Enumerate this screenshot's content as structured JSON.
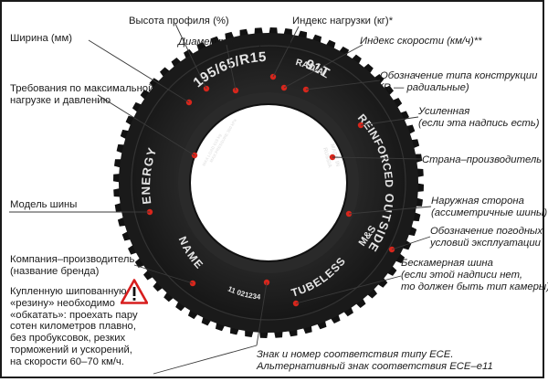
{
  "labels": {
    "width": "Ширина (мм)",
    "profile_height": "Высота профиля (%)",
    "rim_diameter": "Диаметр обода (дюйм)",
    "load_index": "Индекс нагрузки (кг)*",
    "speed_index": "Индекс скорости (км/ч)**",
    "max_load_line1": "Требования по максимальной",
    "max_load_line2": "нагрузке и давлению",
    "construction_line1": "Обозначение типа конструкции",
    "construction_line2": "(R — радиальные)",
    "reinforced_line1": "Усиленная",
    "reinforced_line2": "(если эта надпись есть)",
    "country": "Страна–производитель",
    "tire_model": "Модель шины",
    "outside_line1": "Наружная сторона",
    "outside_line2": "(ассиметричные шины)",
    "weather_line1": "Обозначение погодных",
    "weather_line2": "условий эксплуатации",
    "brand_line1": "Компания–производитель",
    "brand_line2": "(название бренда)",
    "tubeless_line1": "Бескамерная шина",
    "tubeless_line2": "(если этой надписи нет,",
    "tubeless_line3": "то должен быть тип камеры)",
    "ece_line1": "Знак и номер соответствия типу ECE.",
    "ece_line2": "Альтернативный знак соответствия ECE–e11"
  },
  "note": {
    "lines": [
      "Купленную шипованную",
      "«резину» необходимо",
      "«обкатать»: проехать пару",
      "сотен километров плавно,",
      "без пробуксовок, резких",
      "торможений и ускорений,",
      "на скорости 60–70 км/ч."
    ]
  },
  "tire_text": {
    "size": "195/65/R15",
    "load_speed": "91T",
    "radial": "RADIAL",
    "reinforced": "REINFORCED",
    "made_in_line1": "MADE IN",
    "made_in_line2": "RUSSIA",
    "outside": "OUTSIDE",
    "ms": "M&S",
    "tubeless": "TUBELESS",
    "model": "ENERGY",
    "name": "NAME",
    "code": "11 021234",
    "max_load_small": "MAX LOAD 615 kg",
    "max_press_small": "MAX PRESSURE 300 kPa"
  },
  "colors": {
    "tire": "#1c1c1c",
    "tread": "#121212",
    "sidewall_text": "#e6e6e6",
    "marker": "#d8261c",
    "rim": "#ffffff",
    "line": "#3a3a3a",
    "warning_border": "#d71e1e"
  },
  "icons": {
    "warning": "warning-triangle-icon"
  }
}
